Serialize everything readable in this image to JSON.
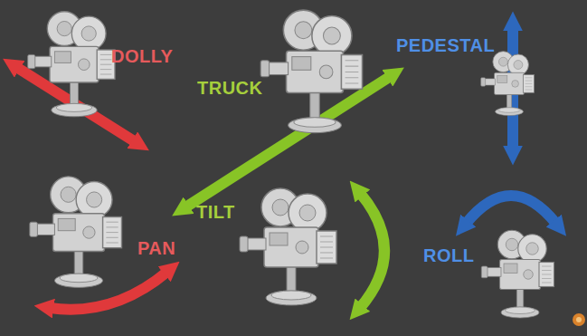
{
  "diagram": {
    "labels": [
      "DOLLY",
      "TRUCK",
      "PEDESTAL",
      "PAN",
      "TILT",
      "ROLL"
    ]
  }
}
